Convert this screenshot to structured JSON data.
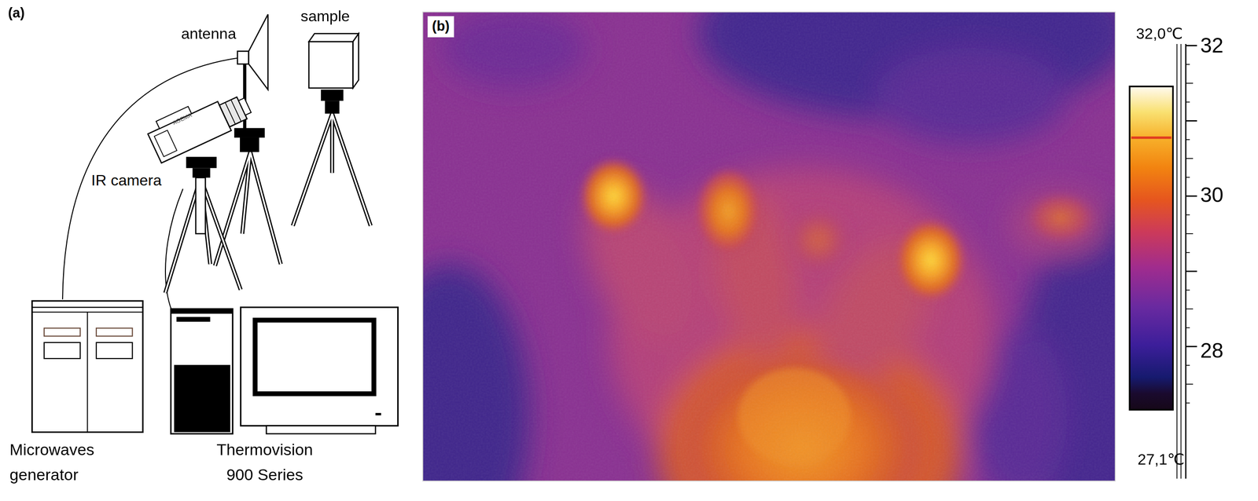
{
  "diagram": {
    "labels": [
      "(a)",
      "antenna",
      "sample",
      "AGEMA",
      "IR camera",
      "Microwaves generator",
      "Thermovision 900 Series",
      "(b)",
      "32,0℃",
      "32",
      "30",
      "28",
      "27,1℃"
    ]
  }
}
